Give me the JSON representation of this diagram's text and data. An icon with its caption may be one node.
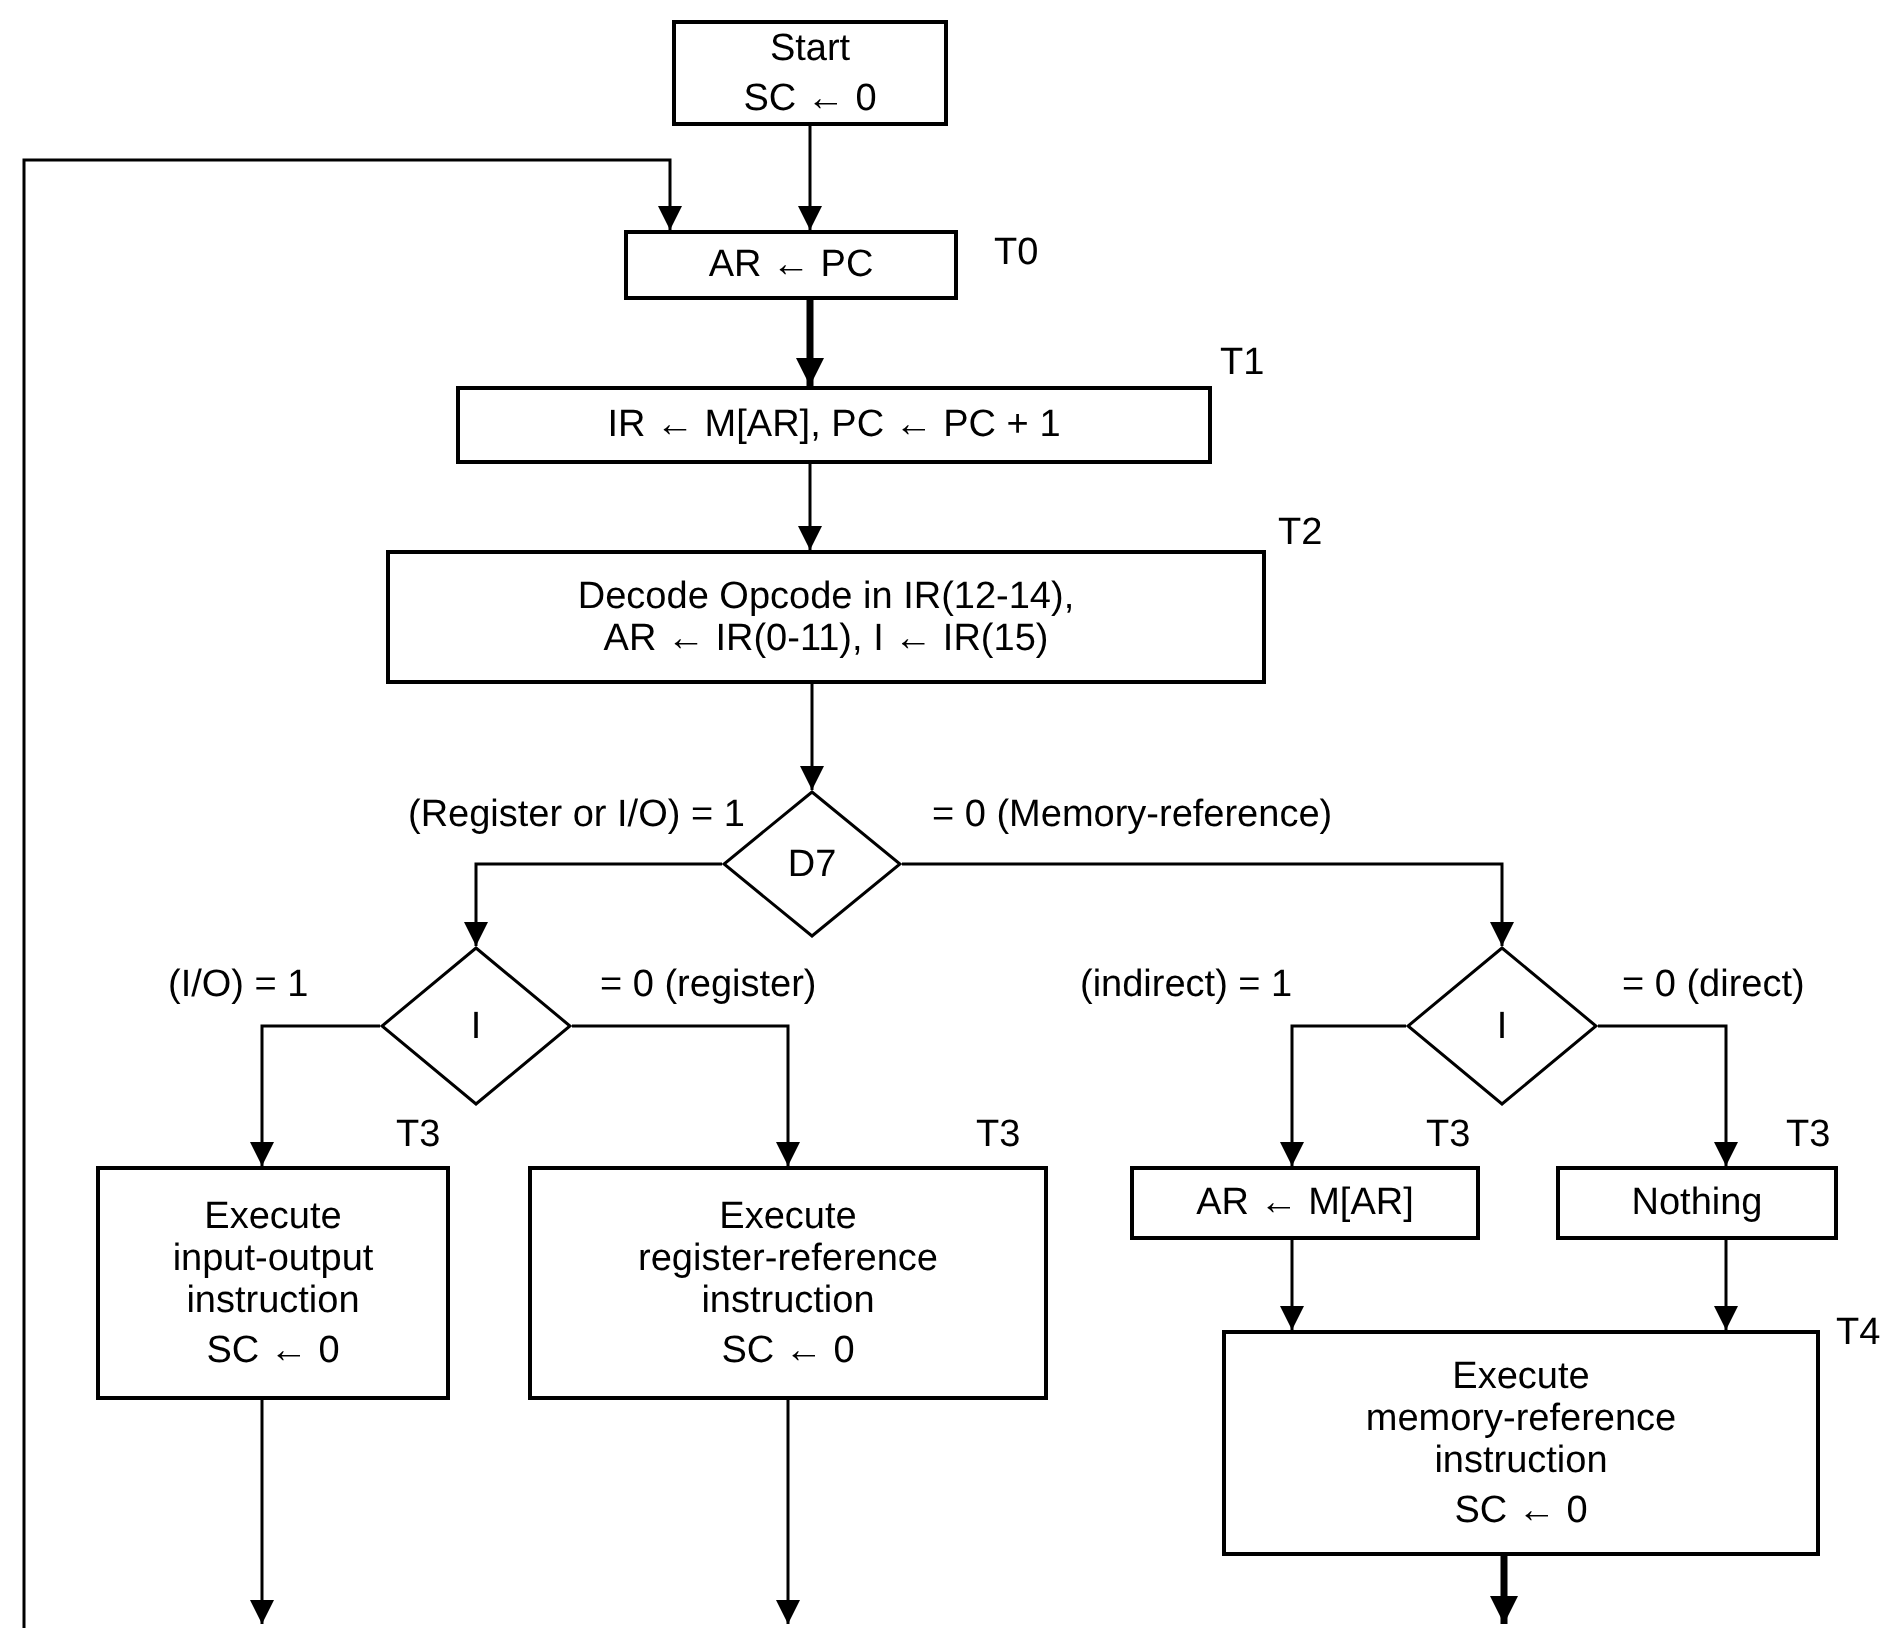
{
  "diagram": {
    "nodes": [
      {
        "text": [
          "Start",
          "SC ← 0"
        ]
      },
      {
        "text": [
          "AR ← PC"
        ],
        "beside": [
          "T0"
        ]
      },
      {
        "text": [
          "IR ← M[AR], PC ← PC + 1"
        ],
        "beside": [
          "T1"
        ]
      },
      {
        "text": [
          "Decode Opcode in IR(12-14), AR ← IR(0-11), I ← IR(15)"
        ],
        "beside": [
          "T2"
        ]
      },
      {
        "text": [
          "D7"
        ]
      },
      {
        "text": [
          "I"
        ]
      },
      {
        "text": [
          "I"
        ]
      },
      {
        "text": [
          "Execute input-output instruction",
          "SC ← 0"
        ],
        "beside": [
          "T3"
        ]
      },
      {
        "text": [
          "Execute register-reference instruction",
          "SC ← 0"
        ],
        "beside": [
          "T3"
        ]
      },
      {
        "text": [
          "AR ← M[AR]"
        ],
        "beside": [
          "T3"
        ]
      },
      {
        "text": [
          "Nothing"
        ],
        "beside": [
          "T3"
        ]
      },
      {
        "text": [
          "Execute memory-reference instruction",
          "SC ← 0"
        ],
        "beside": [
          "T4"
        ]
      }
    ],
    "edges": [
      {
        "from": 0,
        "to": 1,
        "arrow": "to"
      },
      {
        "from": null,
        "to": 1,
        "arrow": "to"
      },
      {
        "from": 1,
        "to": 2,
        "arrow": "to",
        "style": "thick"
      },
      {
        "from": 2,
        "to": 3,
        "arrow": "to"
      },
      {
        "from": 3,
        "to": 4,
        "arrow": "to"
      },
      {
        "from": 4,
        "to": 5,
        "arrow": "to",
        "label": "(Register or I/O) = 1"
      },
      {
        "from": 4,
        "to": 6,
        "arrow": "to",
        "label": "= 0 (Memory-reference)"
      },
      {
        "from": 5,
        "to": 7,
        "arrow": "to",
        "label": "(I/O) = 1"
      },
      {
        "from": 5,
        "to": 8,
        "arrow": "to",
        "label": "= 0 (register)"
      },
      {
        "from": 6,
        "to": 9,
        "arrow": "to",
        "label": "(indirect) = 1"
      },
      {
        "from": 6,
        "to": 10,
        "arrow": "to",
        "label": "= 0 (direct)"
      },
      {
        "from": 7,
        "to": null,
        "arrow": "to"
      },
      {
        "from": 8,
        "to": null,
        "arrow": "to"
      },
      {
        "from": 9,
        "to": 11,
        "arrow": "to"
      },
      {
        "from": 10,
        "to": 11,
        "arrow": "to"
      },
      {
        "from": 11,
        "to": null,
        "arrow": "to",
        "style": "thick"
      }
    ]
  }
}
